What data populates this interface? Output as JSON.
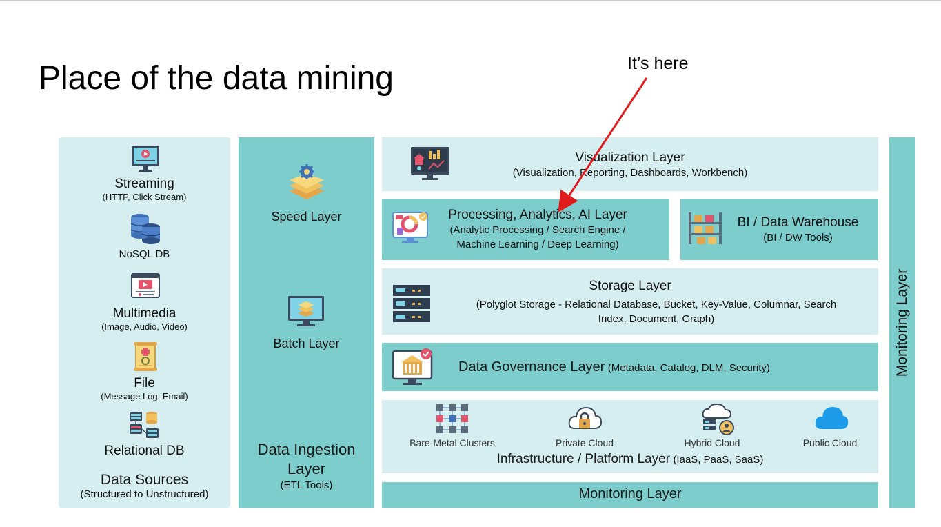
{
  "title": "Place of the data mining",
  "annotation": "It’s here",
  "data_sources": {
    "items": [
      {
        "label": "Streaming",
        "sub": "(HTTP, Click Stream)",
        "icon": "monitor-stream-icon"
      },
      {
        "label": "NoSQL DB",
        "sub": "",
        "icon": "database-icon"
      },
      {
        "label": "Multimedia",
        "sub": "(Image, Audio, Video)",
        "icon": "media-player-icon"
      },
      {
        "label": "File",
        "sub": "(Message Log, Email)",
        "icon": "file-scroll-icon"
      },
      {
        "label": "Relational DB",
        "sub": "",
        "icon": "relational-db-icon"
      }
    ],
    "title": "Data Sources",
    "subtitle": "(Structured to Unstructured)"
  },
  "ingestion": {
    "speed_label": "Speed Layer",
    "batch_label": "Batch Layer",
    "title": "Data Ingestion",
    "title2": "Layer",
    "subtitle": "(ETL Tools)"
  },
  "visualization": {
    "title": "Visualization Layer",
    "sub": "(Visualization, Reporting, Dashboards, Workbench)"
  },
  "processing": {
    "title": "Processing, Analytics, AI Layer",
    "sub1": "(Analytic Processing / Search Engine /",
    "sub2": "Machine Learning / Deep Learning)"
  },
  "bi": {
    "title": "BI / Data Warehouse",
    "sub": "(BI / DW Tools)"
  },
  "storage": {
    "title": "Storage Layer",
    "sub1": "(Polyglot Storage - Relational Database, Bucket, Key-Value, Columnar, Search",
    "sub2": "Index, Document, Graph)"
  },
  "governance": {
    "title": "Data Governance Layer",
    "sub": "(Metadata, Catalog, DLM, Security)"
  },
  "infrastructure": {
    "items": [
      {
        "label": "Bare-Metal Clusters",
        "icon": "server-cluster-icon"
      },
      {
        "label": "Private Cloud",
        "icon": "private-cloud-icon"
      },
      {
        "label": "Hybrid Cloud",
        "icon": "hybrid-cloud-icon"
      },
      {
        "label": "Public Cloud",
        "icon": "public-cloud-icon"
      }
    ],
    "title": "Infrastructure / Platform Layer",
    "sub": "(IaaS, PaaS, SaaS)"
  },
  "monitoring_bottom": "Monitoring Layer",
  "monitoring_side": "Monitoring Layer",
  "colors": {
    "light_panel": "#d6eef0",
    "teal_panel": "#7ccdcc",
    "arrow": "#e01b1b"
  }
}
